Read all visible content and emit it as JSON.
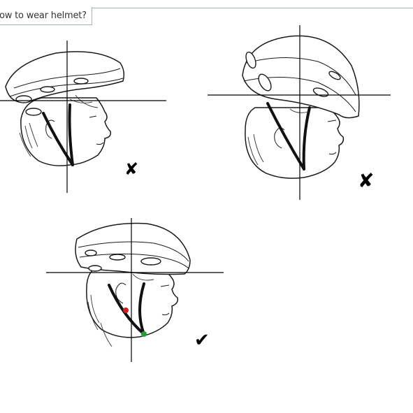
{
  "title": "ow to wear helmet?",
  "illustrations": [
    {
      "id": "helmet-tilted-back",
      "verdict": "wrong",
      "mark": "✘"
    },
    {
      "id": "helmet-tilted-forward",
      "verdict": "wrong",
      "mark": "✘"
    },
    {
      "id": "helmet-level-correct",
      "verdict": "correct",
      "mark": "✔"
    }
  ],
  "colors": {
    "buckle_red": "#d02020",
    "buckle_green": "#20a030",
    "frame": "#9fb3c8"
  }
}
